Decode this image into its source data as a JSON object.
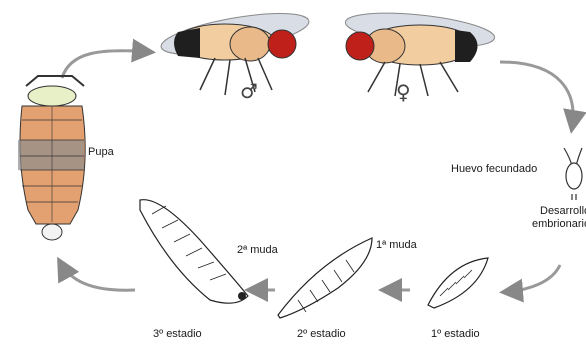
{
  "stages": {
    "male_symbol": "♂",
    "female_symbol": "♀",
    "egg_label": "Huevo fecundado",
    "egg_dev_line1": "Desarrollo",
    "egg_dev_line2": "embrionario",
    "first_molt": "1ª muda",
    "second_molt": "2ª muda",
    "first_instar": "1º estadio",
    "second_instar": "2º estadio",
    "third_instar": "3º estadio",
    "pupa": "Pupa"
  },
  "colors": {
    "fly_body": "#f2cda0",
    "fly_abdomen_band": "#1f1f1f",
    "fly_eye": "#c0201a",
    "fly_wing": "#d8dde6",
    "pupa_body": "#e3a070",
    "pupa_band": "#8d8d8d",
    "larva_outline": "#222222",
    "arrow": "#888888"
  }
}
